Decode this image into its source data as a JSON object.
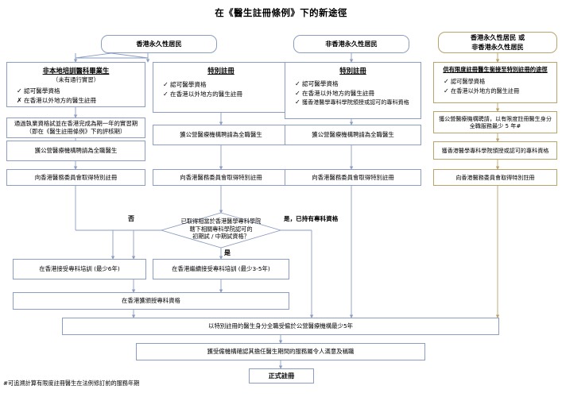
{
  "title": "在《醫生註冊條例》下的新途徑",
  "top_nodes": [
    {
      "id": "hk-pr",
      "label": "香港永久性居民"
    },
    {
      "id": "non-hk-pr",
      "label": "非香港永久性居民"
    },
    {
      "id": "hk-or-non-hk",
      "line1": "香港永久性居民 或",
      "line1_bold_tail": "或",
      "line2": "非香港永久性居民"
    }
  ],
  "columns": [
    {
      "id": "col-1",
      "header": "非本地培訓醫科畢業生",
      "subheader": "（未有通行實習）",
      "criteria": [
        {
          "mark": "✓",
          "text": "認可醫學資格"
        },
        {
          "mark": "✗",
          "text": "在香港以外地方的醫生註冊"
        }
      ],
      "steps": [
        "通過執業資格試並在香港完成為期一年的實習期\n（即在《醫生註冊條例》下的評核期）",
        "獲公營醫療機構聘請為全職醫生",
        "向香港醫務委員會取得特別註冊"
      ]
    },
    {
      "id": "col-2",
      "header": "特別註冊",
      "subheader": "",
      "criteria": [
        {
          "mark": "✓",
          "text": "認可醫學資格"
        },
        {
          "mark": "✓",
          "text": "在香港以外地方的醫生註冊"
        }
      ],
      "steps": [
        "獲公營醫療機構聘請為全職醫生",
        "向香港醫務委員會取得特別註冊"
      ]
    },
    {
      "id": "col-3",
      "header": "特別註冊",
      "subheader": "",
      "criteria": [
        {
          "mark": "✓",
          "text": "認可醫學資格"
        },
        {
          "mark": "✓",
          "text": "在香港以外地方的醫生註冊"
        },
        {
          "mark": "✓",
          "text": "獲香港醫學專科學院頒授或認可的專科資格"
        }
      ],
      "steps": [
        "獲公營醫療機構聘請為全職醫生",
        "向香港醫務委員會取得特別註冊"
      ]
    },
    {
      "id": "col-4",
      "header": "供有限度註冊醫生銜接至特別註冊的途徑",
      "subheader": "",
      "criteria": [
        {
          "mark": "✓",
          "text": "認可醫學資格"
        },
        {
          "mark": "✓",
          "text": "在香港以外地方的醫生註冊"
        }
      ],
      "steps": [
        "獲公營醫療機構聘請，以有限度註冊醫生身分\n全職服務最少 5 年#",
        "獲香港醫學專科學院頒授或認可的專科資格",
        "向香港醫務委員會取得特別註冊"
      ]
    }
  ],
  "decision": {
    "text_lines": [
      "已取得相當於香港醫學專科學院",
      "轄下相關專科學院認可的",
      "初期試 / 中期試資格？"
    ],
    "branch_no": "否",
    "branch_yes": "是",
    "branch_yes_specialist": "是，已持有專科資格"
  },
  "training": {
    "full": "在香港接受專科培訓 (最少6年)",
    "continue": "在香港繼續接受專科培訓 (最少3-5年)",
    "award": "在香港獲頒授專科資格"
  },
  "final_steps": [
    "以特別註冊的醫生身分全職受僱於公營醫療機構最少5年",
    "獲受僱機構確認其擔任醫生期間的服務屬令人滿意及稱職",
    "正式註冊"
  ],
  "footnote": "#可追溯計算有限度註冊醫生在法例修訂前的服務年期",
  "colors": {
    "blue_border": "#8b9dc3",
    "gold_border": "#b8a36a",
    "line": "#8b9dc3",
    "gold_line": "#b8a36a",
    "text": "#000000",
    "background": "#ffffff"
  }
}
